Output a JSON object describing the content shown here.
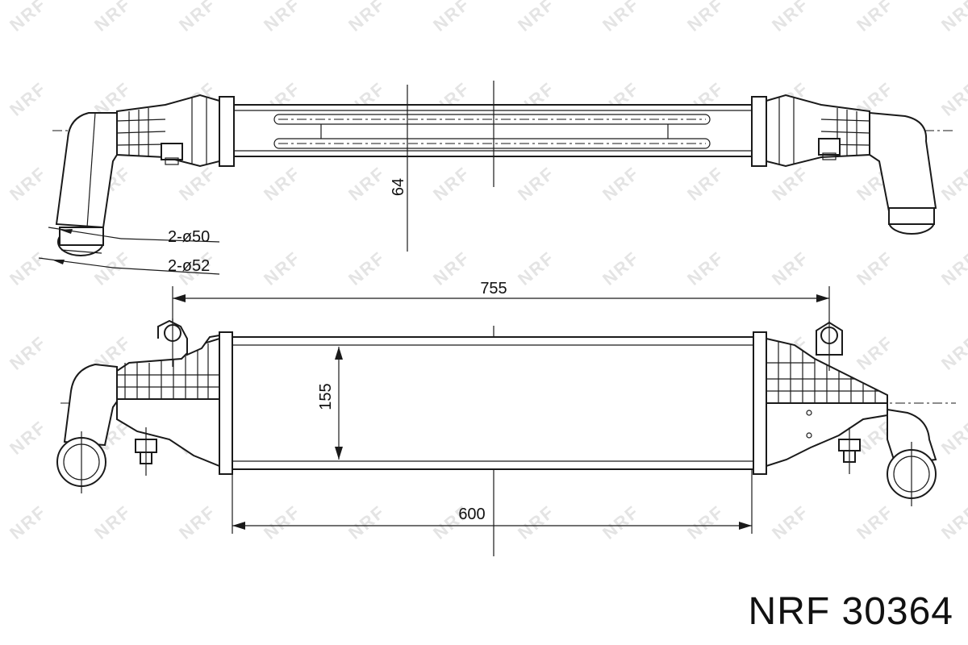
{
  "dimensions": {
    "height_top": "64",
    "dia_50": "2-ø50",
    "dia_52": "2-ø52",
    "length_overall": "755",
    "height_core": "155",
    "length_core": "600"
  },
  "watermark": {
    "text": "NRF",
    "color": "#e4e4e4"
  },
  "part_label": "NRF 30364",
  "colors": {
    "line": "#1a1a1a",
    "background": "#ffffff"
  }
}
